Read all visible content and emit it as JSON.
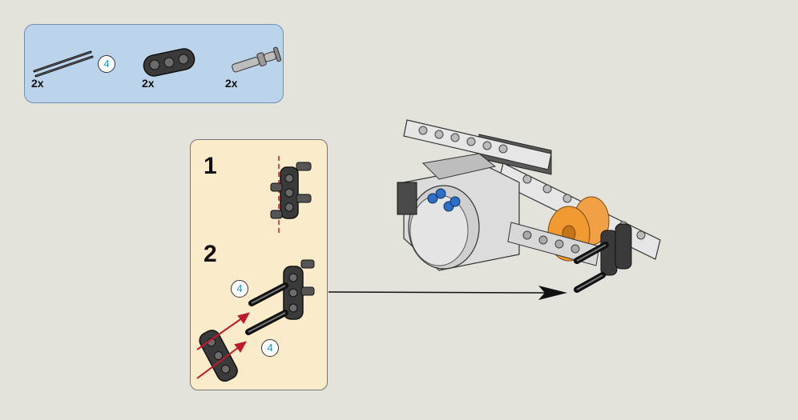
{
  "parts_list": {
    "items": [
      {
        "icon": "axle-icon",
        "quantity": "2x",
        "length": "4"
      },
      {
        "icon": "beam-icon",
        "quantity": "2x"
      },
      {
        "icon": "pin-icon",
        "quantity": "2x"
      }
    ]
  },
  "steps": [
    {
      "number": "1"
    },
    {
      "number": "2",
      "axle_lengths": [
        "4",
        "4"
      ]
    }
  ],
  "colors": {
    "parts_box_bg": "#bcd3ec",
    "step_box_bg": "#faeccb",
    "page_bg": "#e3e3dc",
    "axle_length_text": "#1a9ad6",
    "guide_arrow": "#c0192a",
    "connector_pin": "#2d6fc4",
    "gear_orange": "#f29a32"
  }
}
